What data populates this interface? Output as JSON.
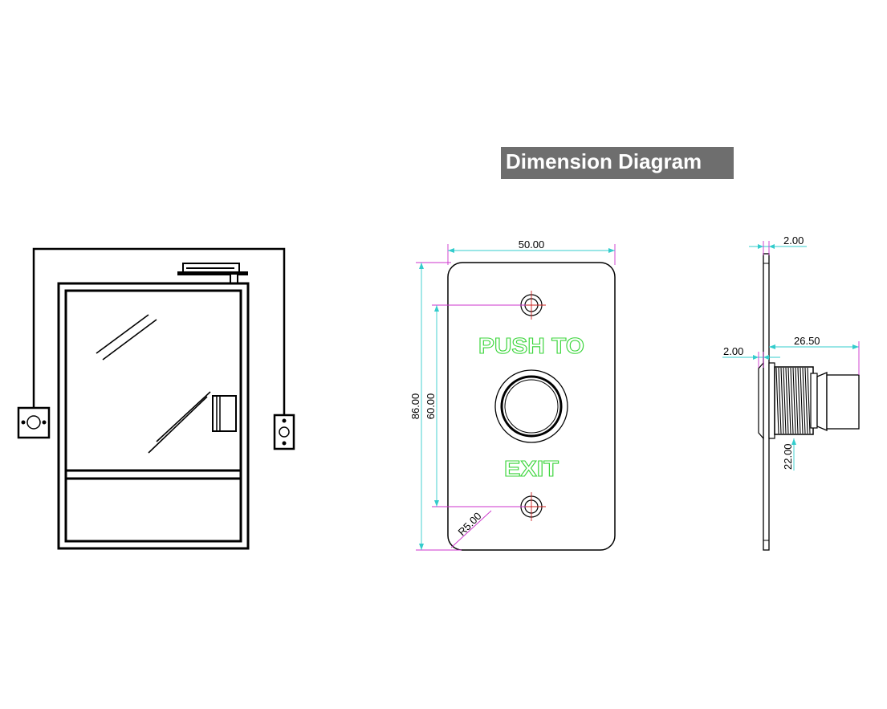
{
  "title": "Dimension Diagram",
  "plate": {
    "top_label": "PUSH TO",
    "bottom_label": "EXIT"
  },
  "dimensions": {
    "width": "50.00",
    "height": "86.00",
    "hole_spacing": "60.00",
    "corner_radius": "R5.00",
    "plate_thickness": "2.00",
    "flange": "2.00",
    "depth": "26.50",
    "thread_diameter": "22.00"
  },
  "colors": {
    "title_background": "#6e6e6e",
    "dimension_lines": "#cc33cc",
    "extension_lines": "#33cccc",
    "label_outline": "#3bd53b",
    "drawing_lines": "#000000"
  }
}
